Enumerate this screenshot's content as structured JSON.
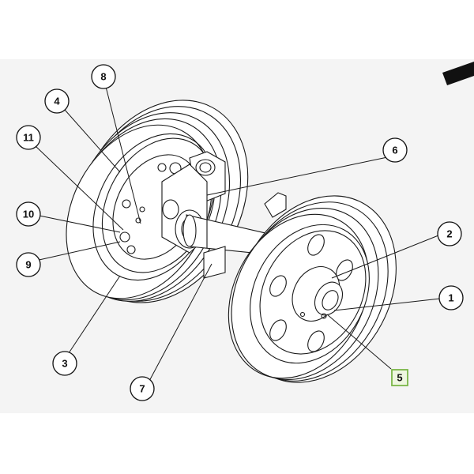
{
  "diagram": {
    "type": "exploded-parts-drawing",
    "subject": "idler-wheel-assembly",
    "selected_callout": "5",
    "colors": {
      "background": "#ffffff",
      "band": "#f3f3f3",
      "line": "#1a1a1a",
      "selected_border": "#7ab648",
      "selected_fill": "#eef7e0"
    },
    "callouts": [
      {
        "id": "c1",
        "label": "1"
      },
      {
        "id": "c2",
        "label": "2"
      },
      {
        "id": "c3",
        "label": "3"
      },
      {
        "id": "c4",
        "label": "4"
      },
      {
        "id": "c5",
        "label": "5"
      },
      {
        "id": "c6",
        "label": "6"
      },
      {
        "id": "c7",
        "label": "7"
      },
      {
        "id": "c8",
        "label": "8"
      },
      {
        "id": "c9",
        "label": "9"
      },
      {
        "id": "c10",
        "label": "10"
      },
      {
        "id": "c11",
        "label": "11"
      }
    ]
  }
}
